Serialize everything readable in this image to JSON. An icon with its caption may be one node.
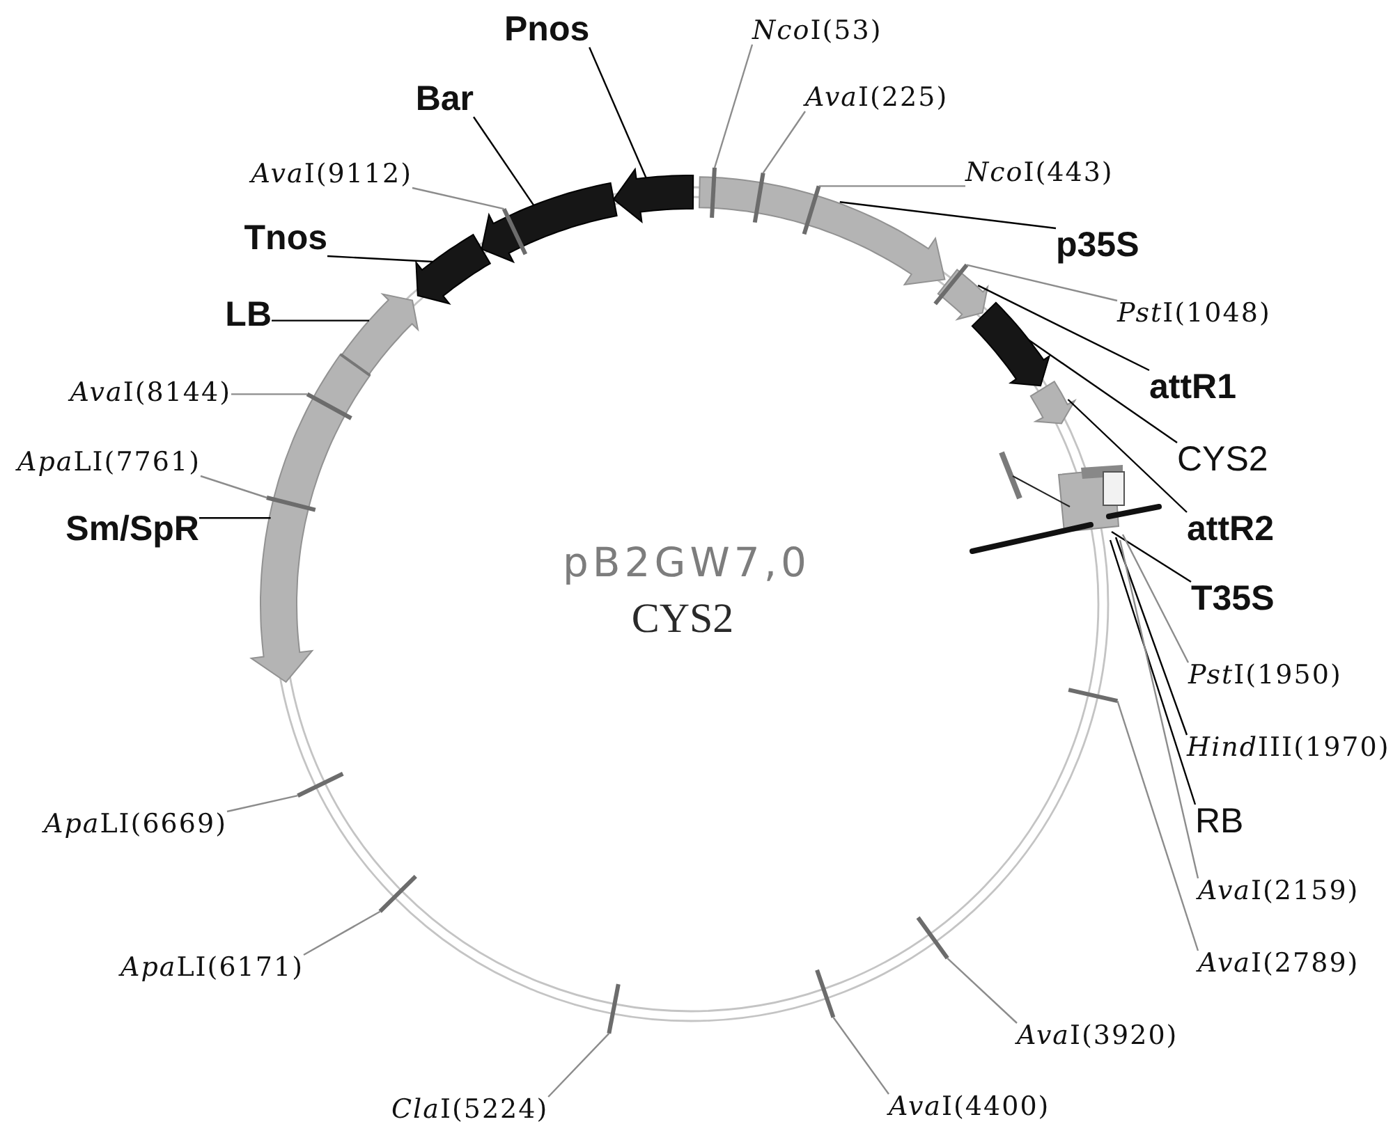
{
  "diagram": {
    "nodes": [
      {
        "text": [
          "Pnos"
        ]
      },
      {
        "text": [
          "NcoI(53)"
        ]
      },
      {
        "text": [
          "Bar"
        ]
      },
      {
        "text": [
          "AvaI(225)"
        ]
      },
      {
        "text": [
          "AvaI(9112)"
        ]
      },
      {
        "text": [
          "NcoI(443)"
        ]
      },
      {
        "text": [
          "Tnos"
        ]
      },
      {
        "text": [
          "p35S"
        ]
      },
      {
        "text": [
          "LB"
        ]
      },
      {
        "text": [
          "PstI(1048)"
        ]
      },
      {
        "text": [
          "AvaI(8144)"
        ]
      },
      {
        "text": [
          "attR1"
        ]
      },
      {
        "text": [
          "ApaLI(7761)"
        ]
      },
      {
        "text": [
          "CYS2"
        ]
      },
      {
        "text": [
          "Sm/SpR"
        ]
      },
      {
        "text": [
          "attR2"
        ]
      },
      {
        "text": [
          "T35S"
        ]
      },
      {
        "text": [
          "PstI(1950)"
        ]
      },
      {
        "text": [
          "HindIII(1970)"
        ]
      },
      {
        "text": [
          "ApaLI(6669)"
        ]
      },
      {
        "text": [
          "RB"
        ]
      },
      {
        "text": [
          "AvaI(2159)"
        ]
      },
      {
        "text": [
          "ApaLI(6171)"
        ]
      },
      {
        "text": [
          "AvaI(2789)"
        ]
      },
      {
        "text": [
          "AvaI(3920)"
        ]
      },
      {
        "text": [
          "ClaI(5224)"
        ]
      },
      {
        "text": [
          "AvaI(4400)"
        ]
      }
    ],
    "edges": [
      {
        "from": 0,
        "to": null,
        "arrow": "none",
        "color": "#000000"
      },
      {
        "from": 1,
        "to": null,
        "arrow": "none"
      },
      {
        "from": 2,
        "to": null,
        "arrow": "none",
        "color": "#000000"
      },
      {
        "from": 3,
        "to": null,
        "arrow": "none"
      },
      {
        "from": 4,
        "to": null,
        "arrow": "none"
      },
      {
        "from": 5,
        "to": null,
        "arrow": "none"
      },
      {
        "from": 6,
        "to": null,
        "arrow": "none",
        "color": "#000000"
      },
      {
        "from": 7,
        "to": null,
        "arrow": "none",
        "color": "#000000"
      },
      {
        "from": 8,
        "to": null,
        "arrow": "none",
        "color": "#000000"
      },
      {
        "from": 9,
        "to": null,
        "arrow": "none"
      },
      {
        "from": 10,
        "to": null,
        "arrow": "none"
      },
      {
        "from": 11,
        "to": null,
        "arrow": "none",
        "color": "#000000"
      },
      {
        "from": 12,
        "to": null,
        "arrow": "none"
      },
      {
        "from": 13,
        "to": null,
        "arrow": "none",
        "color": "#000000"
      },
      {
        "from": 14,
        "to": null,
        "arrow": "none",
        "color": "#000000"
      },
      {
        "from": 15,
        "to": null,
        "arrow": "none",
        "color": "#000000"
      },
      {
        "from": 16,
        "to": null,
        "arrow": "none",
        "color": "#000000"
      },
      {
        "from": 17,
        "to": null,
        "arrow": "none"
      },
      {
        "from": 18,
        "to": null,
        "arrow": "none",
        "color": "#000000"
      },
      {
        "from": 19,
        "to": null,
        "arrow": "none"
      },
      {
        "from": 20,
        "to": null,
        "arrow": "none",
        "color": "#000000"
      },
      {
        "from": 21,
        "to": null,
        "arrow": "none"
      },
      {
        "from": 22,
        "to": null,
        "arrow": "none"
      },
      {
        "from": 23,
        "to": null,
        "arrow": "none"
      },
      {
        "from": 24,
        "to": null,
        "arrow": "none"
      },
      {
        "from": 25,
        "to": null,
        "arrow": "none"
      },
      {
        "from": 26,
        "to": null,
        "arrow": "none"
      }
    ],
    "labels": [
      "pB2GW7,0",
      "CYS2"
    ]
  }
}
